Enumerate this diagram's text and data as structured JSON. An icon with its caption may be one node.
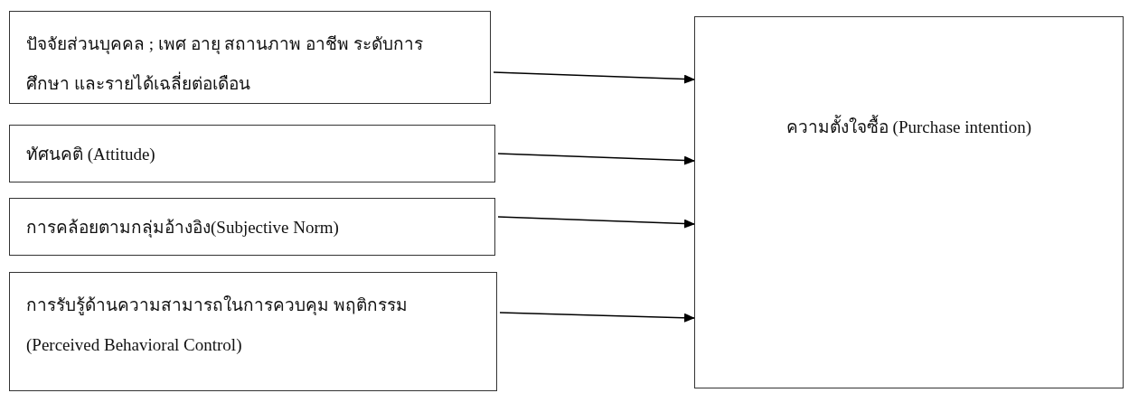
{
  "diagram": {
    "nodes": [
      {
        "text": [
          "ปัจจัยส่วนบุคคล ; เพศ อายุ สถานภาพ อาชีพ ระดับการศึกษา และรายได้เฉลี่ยต่อเดือน"
        ]
      },
      {
        "text": [
          "ทัศนคติ (Attitude)"
        ]
      },
      {
        "text": [
          "การคล้อยตามกลุ่มอ้างอิง(Subjective Norm)"
        ]
      },
      {
        "text": [
          "การรับรู้ด้านความสามารถในการควบคุม พฤติกรรม (Perceived Behavioral Control)"
        ]
      },
      {
        "text": [
          "ความตั้งใจซื้อ (Purchase intention)"
        ]
      }
    ],
    "edges": [
      {
        "from": 0,
        "to": 4,
        "arrow": "to"
      },
      {
        "from": 1,
        "to": 4,
        "arrow": "to"
      },
      {
        "from": 2,
        "to": 4,
        "arrow": "to"
      },
      {
        "from": 3,
        "to": 4,
        "arrow": "to"
      }
    ]
  }
}
